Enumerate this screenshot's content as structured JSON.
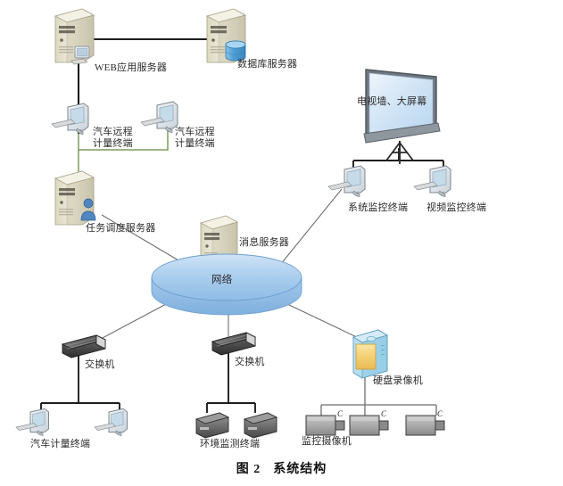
{
  "figure": {
    "caption_number": "图 2",
    "caption_title": "系统结构"
  },
  "palette": {
    "server_body": "#e9e6d2",
    "server_top": "#f3f1e2",
    "server_side": "#cfcbb2",
    "network_disk": "#9dc4ea",
    "network_disk_top": "#bcd9f2",
    "line_black": "#1d1d1d",
    "line_gray": "#6e6e6e",
    "line_green": "#7d9b5e",
    "screen_blue": "#cfe2f3",
    "dvr_cyan": "#a8d8ec",
    "dvr_panel": "#f0c96a",
    "device_gray": "#8e8e8e",
    "device_dark": "#3f3f3f",
    "db_cylinder": "#5aa7d8",
    "person_icon": "#5b8fc9"
  },
  "nodes": [
    {
      "id": "web-app-server",
      "label": "WEB应用服务器",
      "icon": "server-tower-with-monitor-icon"
    },
    {
      "id": "database-server",
      "label": "数据库服务器",
      "icon": "server-tower-with-database-icon"
    },
    {
      "id": "vehicle-remote-term-1",
      "label": "汽车远程\n计量终端",
      "line1": "汽车远程",
      "line2": "计量终端",
      "icon": "desktop-terminal-icon"
    },
    {
      "id": "vehicle-remote-term-2",
      "label": "汽车远程\n计量终端",
      "line1": "汽车远程",
      "line2": "计量终端",
      "icon": "desktop-terminal-icon"
    },
    {
      "id": "task-schedule-server",
      "label": "任务调度服务器",
      "icon": "server-tower-with-user-icon"
    },
    {
      "id": "message-server",
      "label": "消息服务器",
      "icon": "server-tower-icon"
    },
    {
      "id": "network-cloud",
      "label": "网络",
      "icon": "network-disk-icon"
    },
    {
      "id": "tv-wall",
      "label": "电视墙、大屏幕",
      "icon": "big-screen-icon"
    },
    {
      "id": "system-monitor-term",
      "label": "系统监控终端",
      "icon": "desktop-terminal-icon"
    },
    {
      "id": "video-monitor-term",
      "label": "视频监控终端",
      "icon": "desktop-terminal-icon"
    },
    {
      "id": "switch-left",
      "label": "交换机",
      "icon": "switch-icon"
    },
    {
      "id": "switch-middle",
      "label": "交换机",
      "icon": "switch-icon"
    },
    {
      "id": "vehicle-metering-term",
      "label": "汽车计量终端",
      "icon": "desktop-terminal-icon"
    },
    {
      "id": "env-monitor-term",
      "label": "环境监测终端",
      "icon": "device-box-icon"
    },
    {
      "id": "dvr",
      "label": "硬盘录像机",
      "icon": "dvr-icon"
    },
    {
      "id": "cctv-camera",
      "label": "监控摄像机",
      "icon": "camera-icon",
      "marking": "C"
    }
  ],
  "labels": {
    "web_app_server": "WEB应用服务器",
    "database_server": "数据库服务器",
    "vehicle_remote_1_l1": "汽车远程",
    "vehicle_remote_1_l2": "计量终端",
    "vehicle_remote_2_l1": "汽车远程",
    "vehicle_remote_2_l2": "计量终端",
    "task_schedule_server": "任务调度服务器",
    "message_server": "消息服务器",
    "network": "网络",
    "tv_wall": "电视墙、大屏幕",
    "system_monitor_terminal": "系统监控终端",
    "video_monitor_terminal": "视频监控终端",
    "switch_left": "交换机",
    "switch_middle": "交换机",
    "vehicle_metering_terminal": "汽车计量终端",
    "env_monitor_terminal": "环境监测终端",
    "dvr": "硬盘录像机",
    "cctv_camera": "监控摄像机",
    "camera_mark_1": "C",
    "camera_mark_2": "C",
    "camera_mark_3": "C"
  },
  "connections": [
    {
      "from": "web-app-server",
      "to": "database-server",
      "style": "black"
    },
    {
      "from": "web-app-server",
      "to": "vehicle-remote-term-1",
      "style": "black"
    },
    {
      "from": "vehicle-remote-term-1",
      "to": "vehicle-remote-term-2",
      "style": "green"
    },
    {
      "from": "vehicle-remote-term-1",
      "to": "task-schedule-server",
      "style": "green"
    },
    {
      "from": "task-schedule-server",
      "to": "network-cloud",
      "style": "gray"
    },
    {
      "from": "network-cloud",
      "to": "system-monitor-term",
      "style": "gray"
    },
    {
      "from": "tv-wall",
      "to": "system-monitor-term",
      "style": "black"
    },
    {
      "from": "tv-wall",
      "to": "video-monitor-term",
      "style": "black"
    },
    {
      "from": "network-cloud",
      "to": "switch-left",
      "style": "gray"
    },
    {
      "from": "network-cloud",
      "to": "switch-middle",
      "style": "gray"
    },
    {
      "from": "network-cloud",
      "to": "dvr",
      "style": "gray"
    },
    {
      "from": "switch-left",
      "to": "vehicle-metering-term",
      "style": "black"
    },
    {
      "from": "switch-middle",
      "to": "env-monitor-term",
      "style": "black"
    },
    {
      "from": "dvr",
      "to": "cctv-camera",
      "style": "gray"
    }
  ]
}
